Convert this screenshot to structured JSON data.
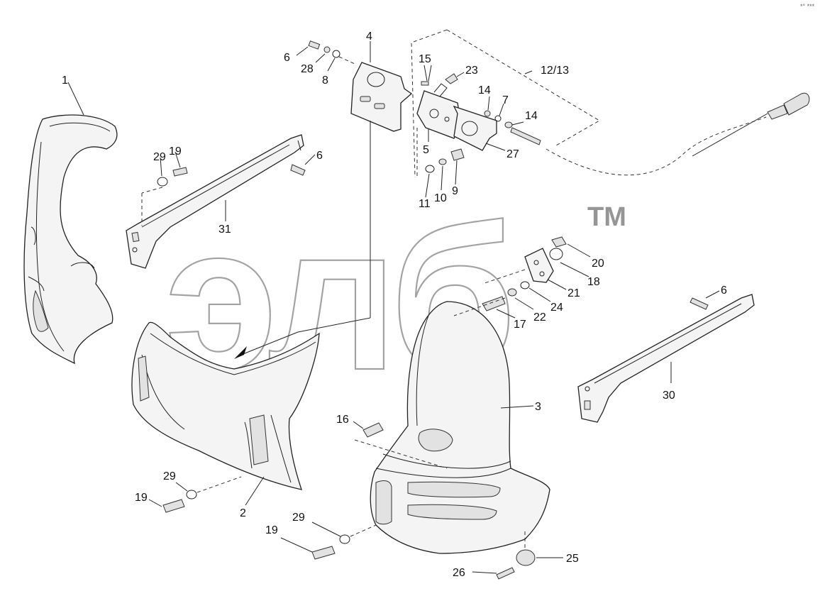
{
  "watermark": {
    "text": "элб",
    "trademark": "TM"
  },
  "corner_mark": "*° ***",
  "callouts": [
    {
      "id": "c1",
      "label": "1"
    },
    {
      "id": "c2",
      "label": "2"
    },
    {
      "id": "c3",
      "label": "3"
    },
    {
      "id": "c4",
      "label": "4"
    },
    {
      "id": "c5",
      "label": "5"
    },
    {
      "id": "c6a",
      "label": "6"
    },
    {
      "id": "c6b",
      "label": "6"
    },
    {
      "id": "c6c",
      "label": "6"
    },
    {
      "id": "c7",
      "label": "7"
    },
    {
      "id": "c8",
      "label": "8"
    },
    {
      "id": "c9",
      "label": "9"
    },
    {
      "id": "c10",
      "label": "10"
    },
    {
      "id": "c11",
      "label": "11"
    },
    {
      "id": "c1213",
      "label": "12/13"
    },
    {
      "id": "c14a",
      "label": "14"
    },
    {
      "id": "c14b",
      "label": "14"
    },
    {
      "id": "c15",
      "label": "15"
    },
    {
      "id": "c16",
      "label": "16"
    },
    {
      "id": "c17",
      "label": "17"
    },
    {
      "id": "c18",
      "label": "18"
    },
    {
      "id": "c19a",
      "label": "19"
    },
    {
      "id": "c19b",
      "label": "19"
    },
    {
      "id": "c19c",
      "label": "19"
    },
    {
      "id": "c20",
      "label": "20"
    },
    {
      "id": "c21",
      "label": "21"
    },
    {
      "id": "c22",
      "label": "22"
    },
    {
      "id": "c23",
      "label": "23"
    },
    {
      "id": "c24",
      "label": "24"
    },
    {
      "id": "c25",
      "label": "25"
    },
    {
      "id": "c26",
      "label": "26"
    },
    {
      "id": "c27",
      "label": "27"
    },
    {
      "id": "c28",
      "label": "28"
    },
    {
      "id": "c29a",
      "label": "29"
    },
    {
      "id": "c29b",
      "label": "29"
    },
    {
      "id": "c29c",
      "label": "29"
    },
    {
      "id": "c30",
      "label": "30"
    },
    {
      "id": "c31",
      "label": "31"
    }
  ]
}
